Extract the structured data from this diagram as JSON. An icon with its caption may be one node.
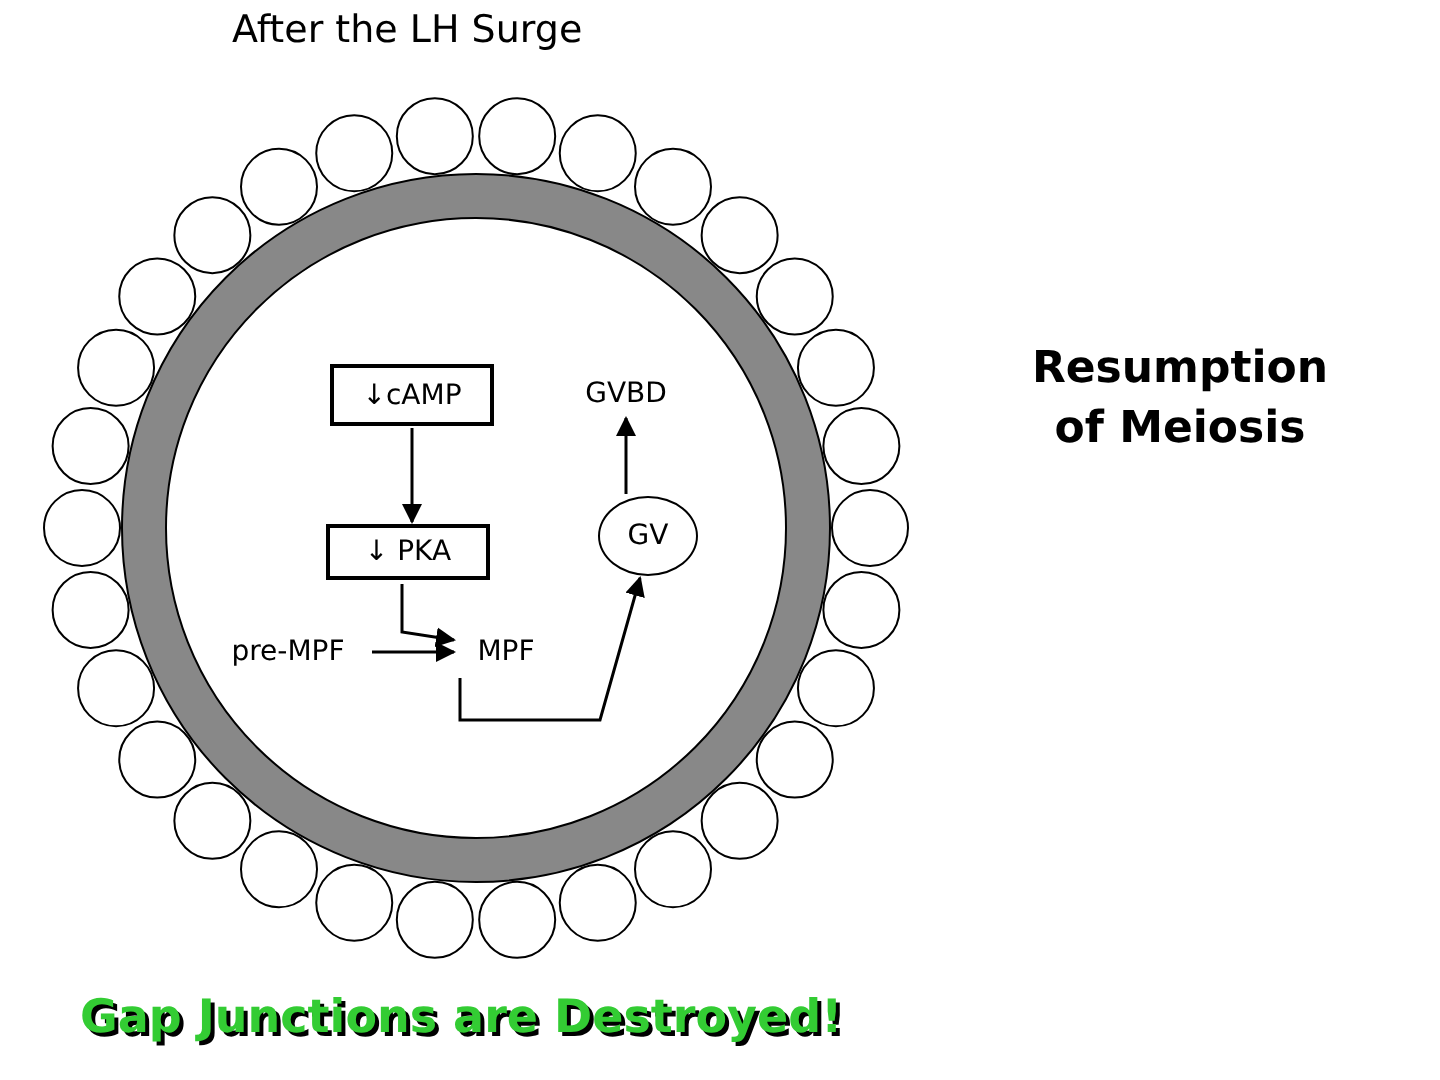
{
  "diagram": {
    "title": "After the LH Surge",
    "nodes": [
      {
        "text": [
          "↓cAMP"
        ]
      },
      {
        "text": [
          "↓ PKA"
        ]
      },
      {
        "text": [
          "pre-MPF"
        ]
      },
      {
        "text": [
          "MPF"
        ]
      },
      {
        "text": [
          "GV"
        ]
      },
      {
        "text": [
          "GVBD"
        ]
      }
    ],
    "edges": [
      {
        "from": 0,
        "to": 1,
        "arrow": "to"
      },
      {
        "from": 1,
        "to": 3,
        "arrow": "to"
      },
      {
        "from": 2,
        "to": 3,
        "arrow": "to"
      },
      {
        "from": 3,
        "to": 4,
        "arrow": "to"
      },
      {
        "from": 4,
        "to": 5,
        "arrow": "to"
      }
    ],
    "labels": [
      "Resumption of Meiosis",
      "Gap Junctions are Destroyed!"
    ]
  }
}
